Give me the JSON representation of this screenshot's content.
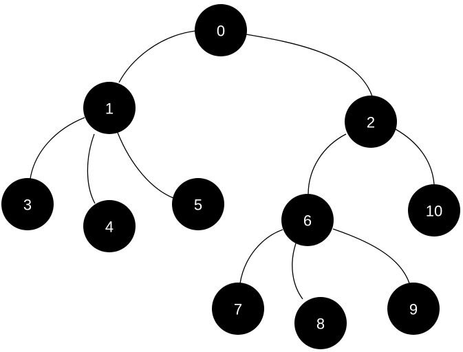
{
  "tree": {
    "node_color": "#000000",
    "label_color": "#ffffff",
    "edge_color": "#000000",
    "nodes": [
      {
        "id": "0",
        "label": "0"
      },
      {
        "id": "1",
        "label": "1"
      },
      {
        "id": "2",
        "label": "2"
      },
      {
        "id": "3",
        "label": "3"
      },
      {
        "id": "4",
        "label": "4"
      },
      {
        "id": "5",
        "label": "5"
      },
      {
        "id": "6",
        "label": "6"
      },
      {
        "id": "7",
        "label": "7"
      },
      {
        "id": "8",
        "label": "8"
      },
      {
        "id": "9",
        "label": "9"
      },
      {
        "id": "10",
        "label": "10"
      }
    ],
    "edges": [
      {
        "from": "0",
        "to": "1"
      },
      {
        "from": "0",
        "to": "2"
      },
      {
        "from": "1",
        "to": "3"
      },
      {
        "from": "1",
        "to": "4"
      },
      {
        "from": "1",
        "to": "5"
      },
      {
        "from": "2",
        "to": "6"
      },
      {
        "from": "2",
        "to": "10"
      },
      {
        "from": "6",
        "to": "7"
      },
      {
        "from": "6",
        "to": "8"
      },
      {
        "from": "6",
        "to": "9"
      }
    ]
  }
}
